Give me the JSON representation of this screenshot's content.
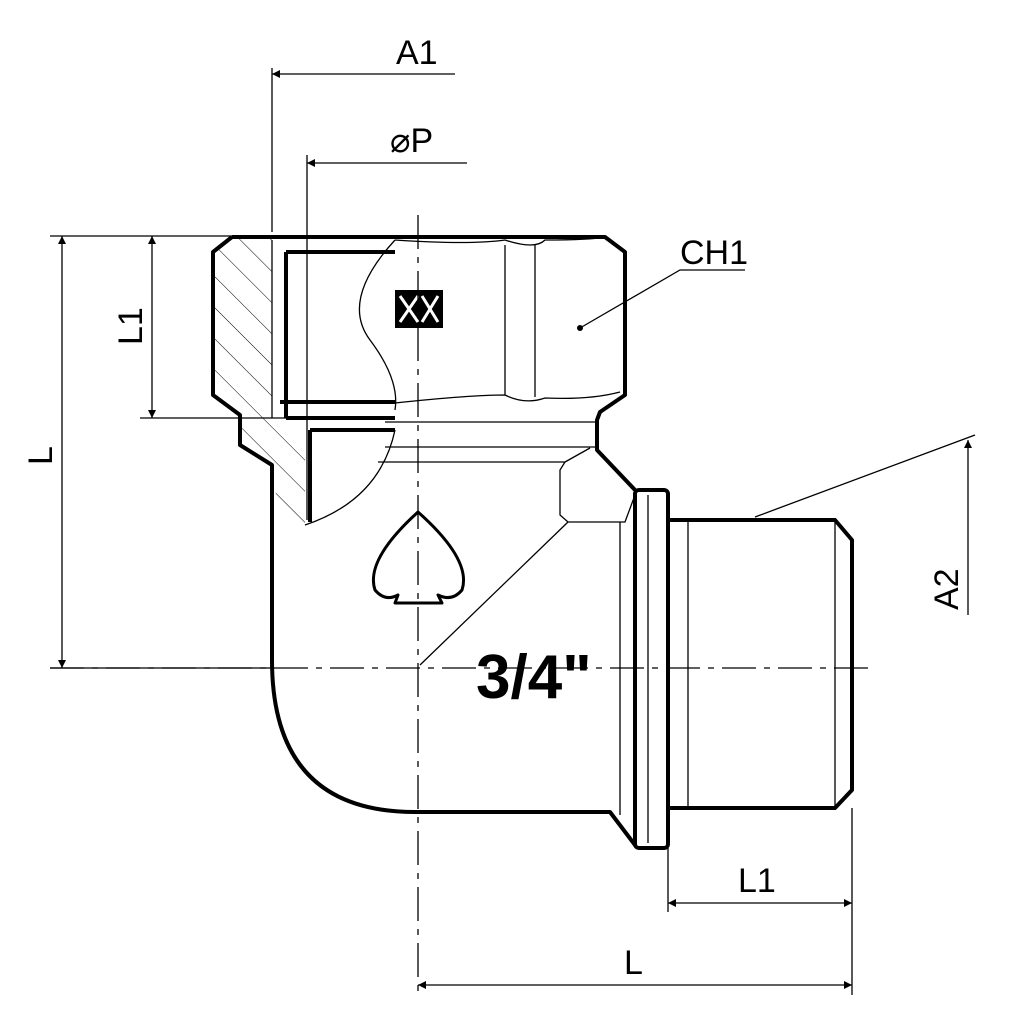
{
  "title": "90° elbow fitting, female thread × male tapered thread",
  "labels": {
    "a1": "A1",
    "phi_p": "⌀P",
    "ch1": "CH1",
    "l1_left": "L1",
    "l_left": "L",
    "a2": "A2",
    "size": "3/4\"",
    "l1_bottom": "L1",
    "l_bottom": "L"
  },
  "logo": "XX"
}
